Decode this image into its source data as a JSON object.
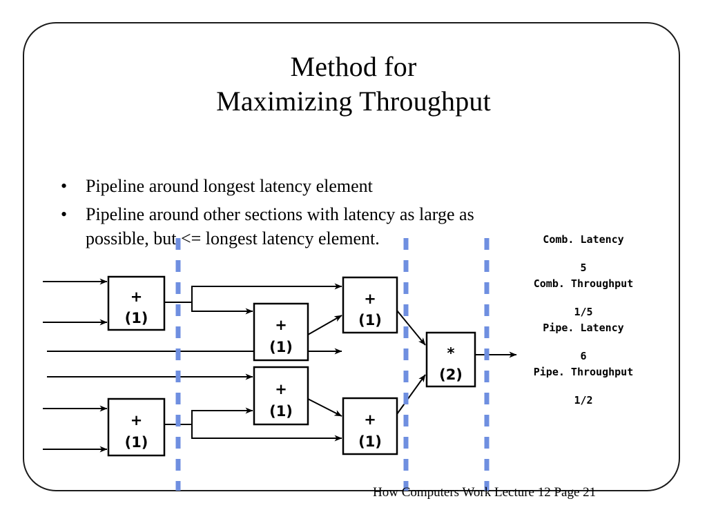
{
  "slide": {
    "title_lines": [
      "Method for",
      "Maximizing Throughput"
    ],
    "footer": "How Computers Work Lecture 12 Page 21",
    "accent_blue": "#6f8fe0",
    "ink": "#000000"
  },
  "bullets": [
    {
      "marker": "•",
      "text": "Pipeline around longest latency element"
    },
    {
      "marker": "•",
      "text": "Pipeline around other sections with latency as large as possible, but <= longest latency element."
    }
  ],
  "stats": [
    {
      "label": "Comb. Latency",
      "value": "5"
    },
    {
      "label": "Comb. Throughput",
      "value": "1/5"
    },
    {
      "label": "Pipe. Latency",
      "value": "6"
    },
    {
      "label": "Pipe. Throughput",
      "value": "1/2"
    }
  ],
  "diagram": {
    "boxes": [
      {
        "id": "adder-a",
        "op": "+",
        "latency": "(1)"
      },
      {
        "id": "adder-b",
        "op": "+",
        "latency": "(1)"
      },
      {
        "id": "adder-c",
        "op": "+",
        "latency": "(1)"
      },
      {
        "id": "adder-d",
        "op": "+",
        "latency": "(1)"
      },
      {
        "id": "adder-e",
        "op": "+",
        "latency": "(1)"
      },
      {
        "id": "adder-f",
        "op": "+",
        "latency": "(1)"
      },
      {
        "id": "multiplier-g",
        "op": "*",
        "latency": "(2)"
      }
    ],
    "pipeline_stages": 3,
    "input_count": 6,
    "output_count": 1
  }
}
